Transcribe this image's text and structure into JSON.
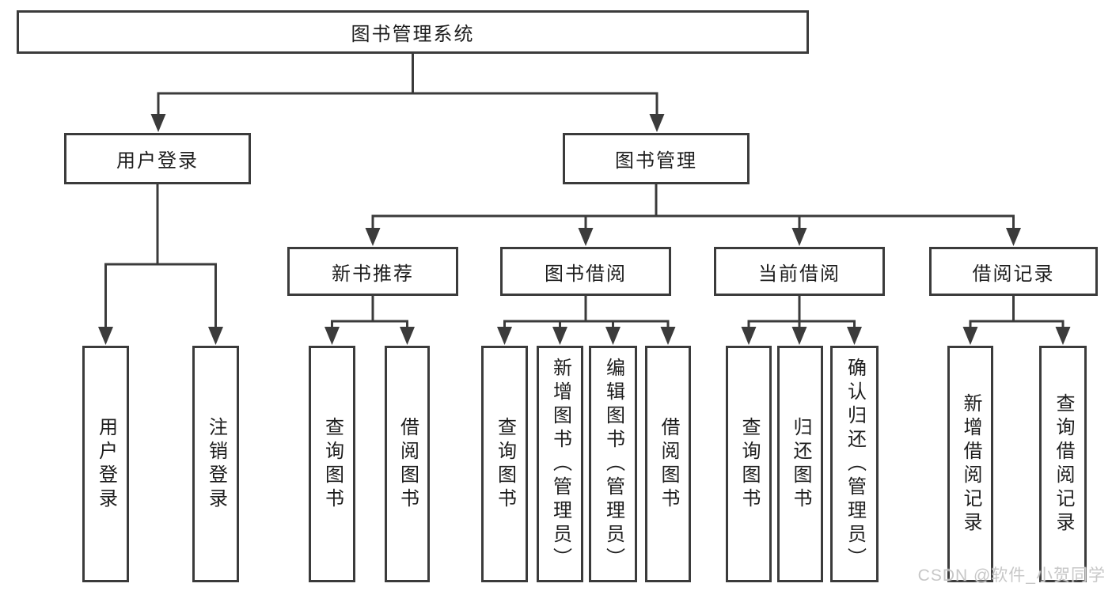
{
  "nodes": {
    "root": "图书管理系统",
    "level2": [
      "用户登录",
      "图书管理"
    ],
    "level3": [
      "新书推荐",
      "图书借阅",
      "当前借阅",
      "借阅记录"
    ],
    "leaves": [
      "用户登录",
      "注销登录",
      "查询图书",
      "借阅图书",
      "查询图书",
      "新增图书（管理员）",
      "编辑图书（管理员）",
      "借阅图书",
      "查询图书",
      "归还图书",
      "确认归还（管理员）",
      "新增借阅记录",
      "查询借阅记录"
    ]
  },
  "watermark": "CSDN @软件_小贺同学",
  "colors": {
    "line": "#3b3b3b",
    "border": "#3b3b3b",
    "text": "#1d1d1d",
    "watermark": "#c7c7c7",
    "background": "#ffffff"
  }
}
